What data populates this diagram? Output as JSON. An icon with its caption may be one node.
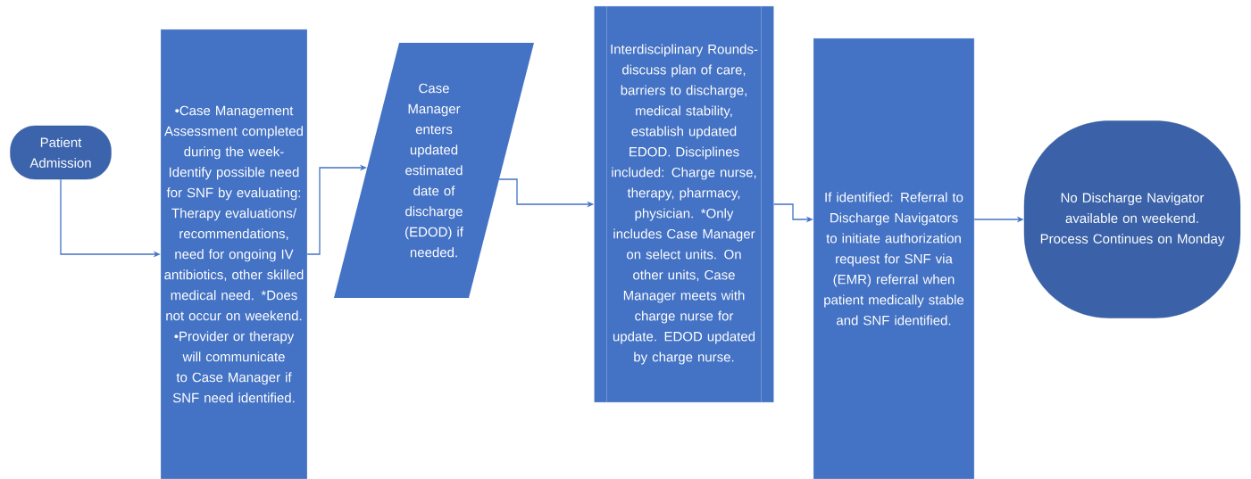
{
  "diagram": {
    "nodes": [
      {
        "text": [
          "Patient Admission"
        ]
      },
      {
        "text": [
          "•Case Management Assessment completed during the week- Identify possible need for SNF by evaluating: Therapy evaluations/ recommendations, need for ongoing IV antibiotics, other skilled medical need. *Does not occur on weekend.",
          "•Provider or therapy will communicate to Case Manager if SNF need identified."
        ]
      },
      {
        "text": [
          "Case Manager enters updated estimated date of discharge (EDOD) if needed."
        ]
      },
      {
        "text": [
          "Interdisciplinary Rounds-discuss plan of care, barriers to discharge, medical stability, establish updated EDOD. Disciplines included: Charge nurse, therapy, pharmacy, physician. *Only includes Case Manager on select units. On other units, Case Manager meets with charge nurse for update. EDOD updated by charge nurse."
        ]
      },
      {
        "text": [
          "If identified: Referral to Discharge Navigators to initiate authorization request for SNF via (EMR) referral when patient medically stable and SNF identified."
        ]
      },
      {
        "text": [
          "No Discharge Navigator available on weekend. Process Continues on Monday"
        ]
      }
    ],
    "edges": [
      {
        "from": 0,
        "to": 1,
        "arrow": "to"
      },
      {
        "from": 1,
        "to": 2,
        "arrow": "to"
      },
      {
        "from": 2,
        "to": 3,
        "arrow": "to"
      },
      {
        "from": 3,
        "to": 4,
        "arrow": "to"
      },
      {
        "from": 4,
        "to": 5,
        "arrow": "to"
      }
    ]
  }
}
